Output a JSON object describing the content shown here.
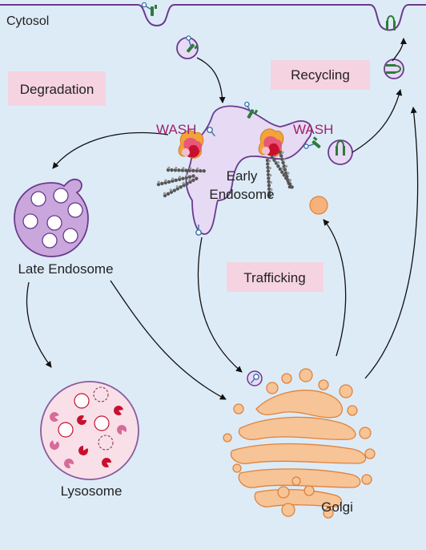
{
  "labels": {
    "cytosol": "Cytosol",
    "degradation": "Degradation",
    "recycling": "Recycling",
    "trafficking": "Trafficking",
    "wash_left": "WASH",
    "wash_right": "WASH",
    "early_endosome_1": "Early",
    "early_endosome_2": "Endosome",
    "late_endosome": "Late Endosome",
    "lysosome": "Lysosome",
    "golgi": "Golgi"
  },
  "colors": {
    "background": "#ddebf7",
    "pathway_box": "#f6d3e0",
    "membrane": "#6a3a8c",
    "endosome_fill": "#e6daf4",
    "late_endosome_fill": "#c9a6dc",
    "lysosome_fill": "#f8dfe8",
    "golgi_fill": "#f6c496",
    "golgi_stroke": "#e0823a",
    "wash_text": "#a0216a",
    "receptor_green": "#2f7a3a",
    "cargo_blue": "#3a6ea5",
    "cargo_red": "#c8102e",
    "cargo_pink": "#d86a9a"
  }
}
